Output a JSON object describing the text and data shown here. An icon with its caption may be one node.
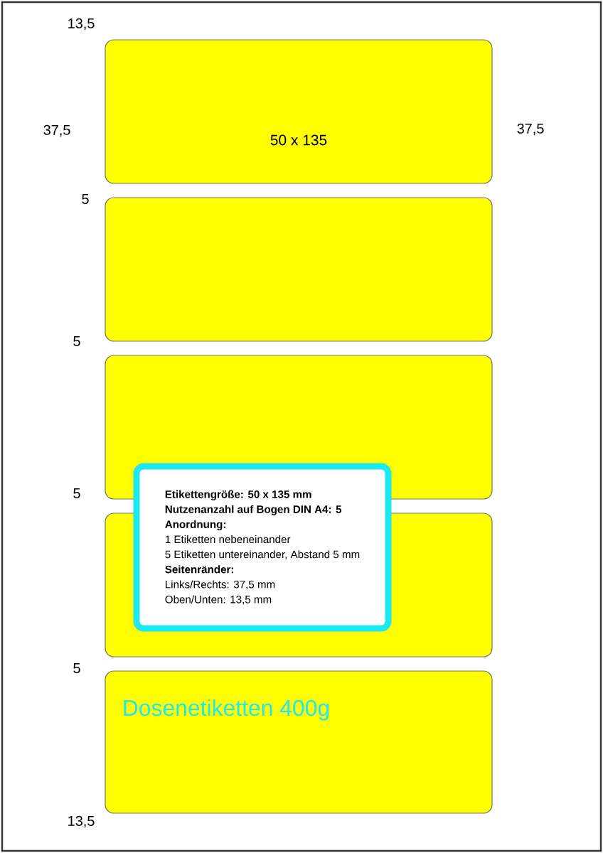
{
  "diagram": {
    "nodes": [
      {
        "text": [
          "50 x 135"
        ]
      },
      {
        "text": [],
        "shape": "box"
      },
      {
        "text": [],
        "shape": "box"
      },
      {
        "text": [],
        "shape": "box"
      },
      {
        "text": [
          "Dosenetiketten 400g"
        ]
      },
      {
        "text": [
          "Etikettengröße: 50 x 135 mm",
          "Nutzenanzahl auf Bogen DIN A4: 5",
          "Anordnung:",
          "1 Etiketten nebeneinander",
          "5 Etiketten untereinander, Abstand 5 mm",
          "Seitenränder:",
          "Links/Rechts: 37,5  mm",
          "Oben/Unten: 13,5  mm"
        ]
      }
    ],
    "labels": [
      "13,5",
      "37,5",
      "37,5",
      "5",
      "5",
      "5",
      "5",
      "13,5"
    ]
  }
}
